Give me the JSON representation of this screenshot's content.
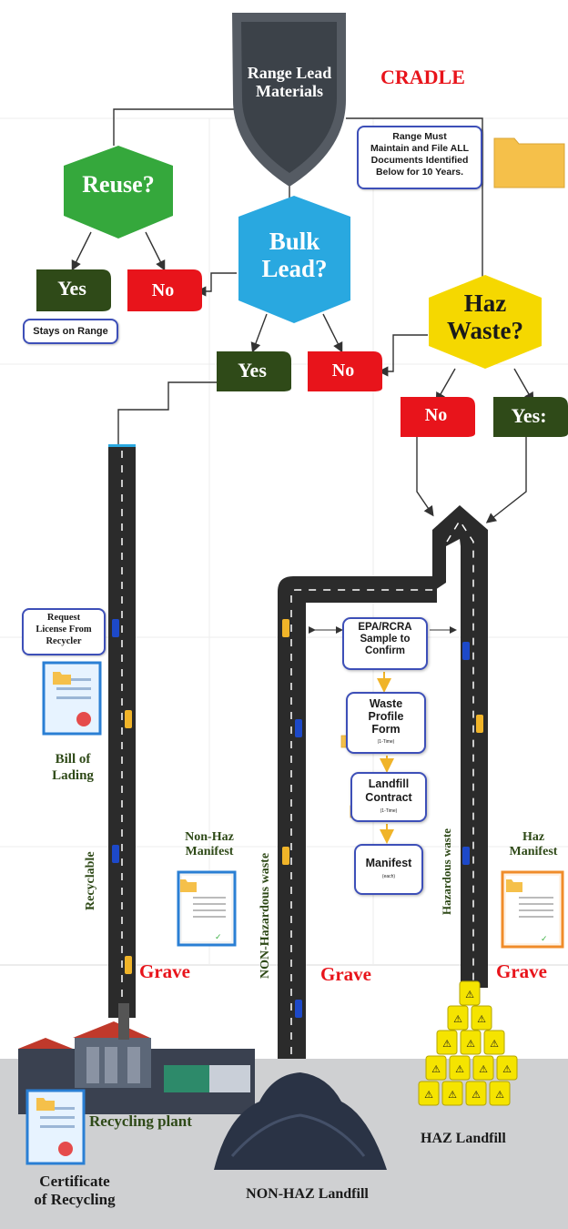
{
  "cradle": {
    "shield_label": "Range Lead\nMaterials",
    "cradle_label": "CRADLE"
  },
  "retention_note": "Range Must\nMaintain and File ALL\nDocuments Identified\nBelow for 10 Years.",
  "decisions": {
    "reuse": {
      "label": "Reuse?",
      "color": "#35a83c"
    },
    "bulk_lead": {
      "label": "Bulk\nLead?",
      "color": "#29a8e0"
    },
    "haz_waste": {
      "label": "Haz\nWaste?",
      "color": "#f5d800"
    }
  },
  "answers": {
    "reuse_yes": "Yes",
    "reuse_no": "No",
    "bulk_yes": "Yes",
    "bulk_no": "No",
    "haz_no": "No",
    "haz_yes": "Yes:"
  },
  "stays_on_range": "Stays on Range",
  "recyclable_path": {
    "road_label": "Recyclable",
    "request_license": "Request\nLicense From\nRecycler",
    "bill_of_lading": "Bill of\nLading",
    "grave": "Grave",
    "recycling_plant": "Recycling plant",
    "certificate": "Certificate\nof Recycling"
  },
  "nonhaz_path": {
    "road_label": "NON-Hazardous waste",
    "manifest_label": "Non-Haz\nManifest",
    "grave": "Grave",
    "landfill": "NON-HAZ Landfill"
  },
  "center_steps": [
    {
      "title": "EPA/RCRA\nSample to\nConfirm",
      "note": ""
    },
    {
      "title": "Waste\nProfile\nForm",
      "note": "(1-Time)"
    },
    {
      "title": "Landfill\nContract",
      "note": "(1-Time)"
    },
    {
      "title": "Manifest",
      "note": "(each)"
    }
  ],
  "haz_path": {
    "road_label": "Hazardous waste",
    "manifest_label": "Haz\nManifest",
    "grave": "Grave",
    "landfill": "HAZ Landfill"
  },
  "colors": {
    "answer_yes": "#2f4a18",
    "answer_no": "#e8141b",
    "grave_red": "#e8141b",
    "road": "#2b2b2b",
    "step_border": "#3d4fb8",
    "ground": "#cfd0d2"
  }
}
